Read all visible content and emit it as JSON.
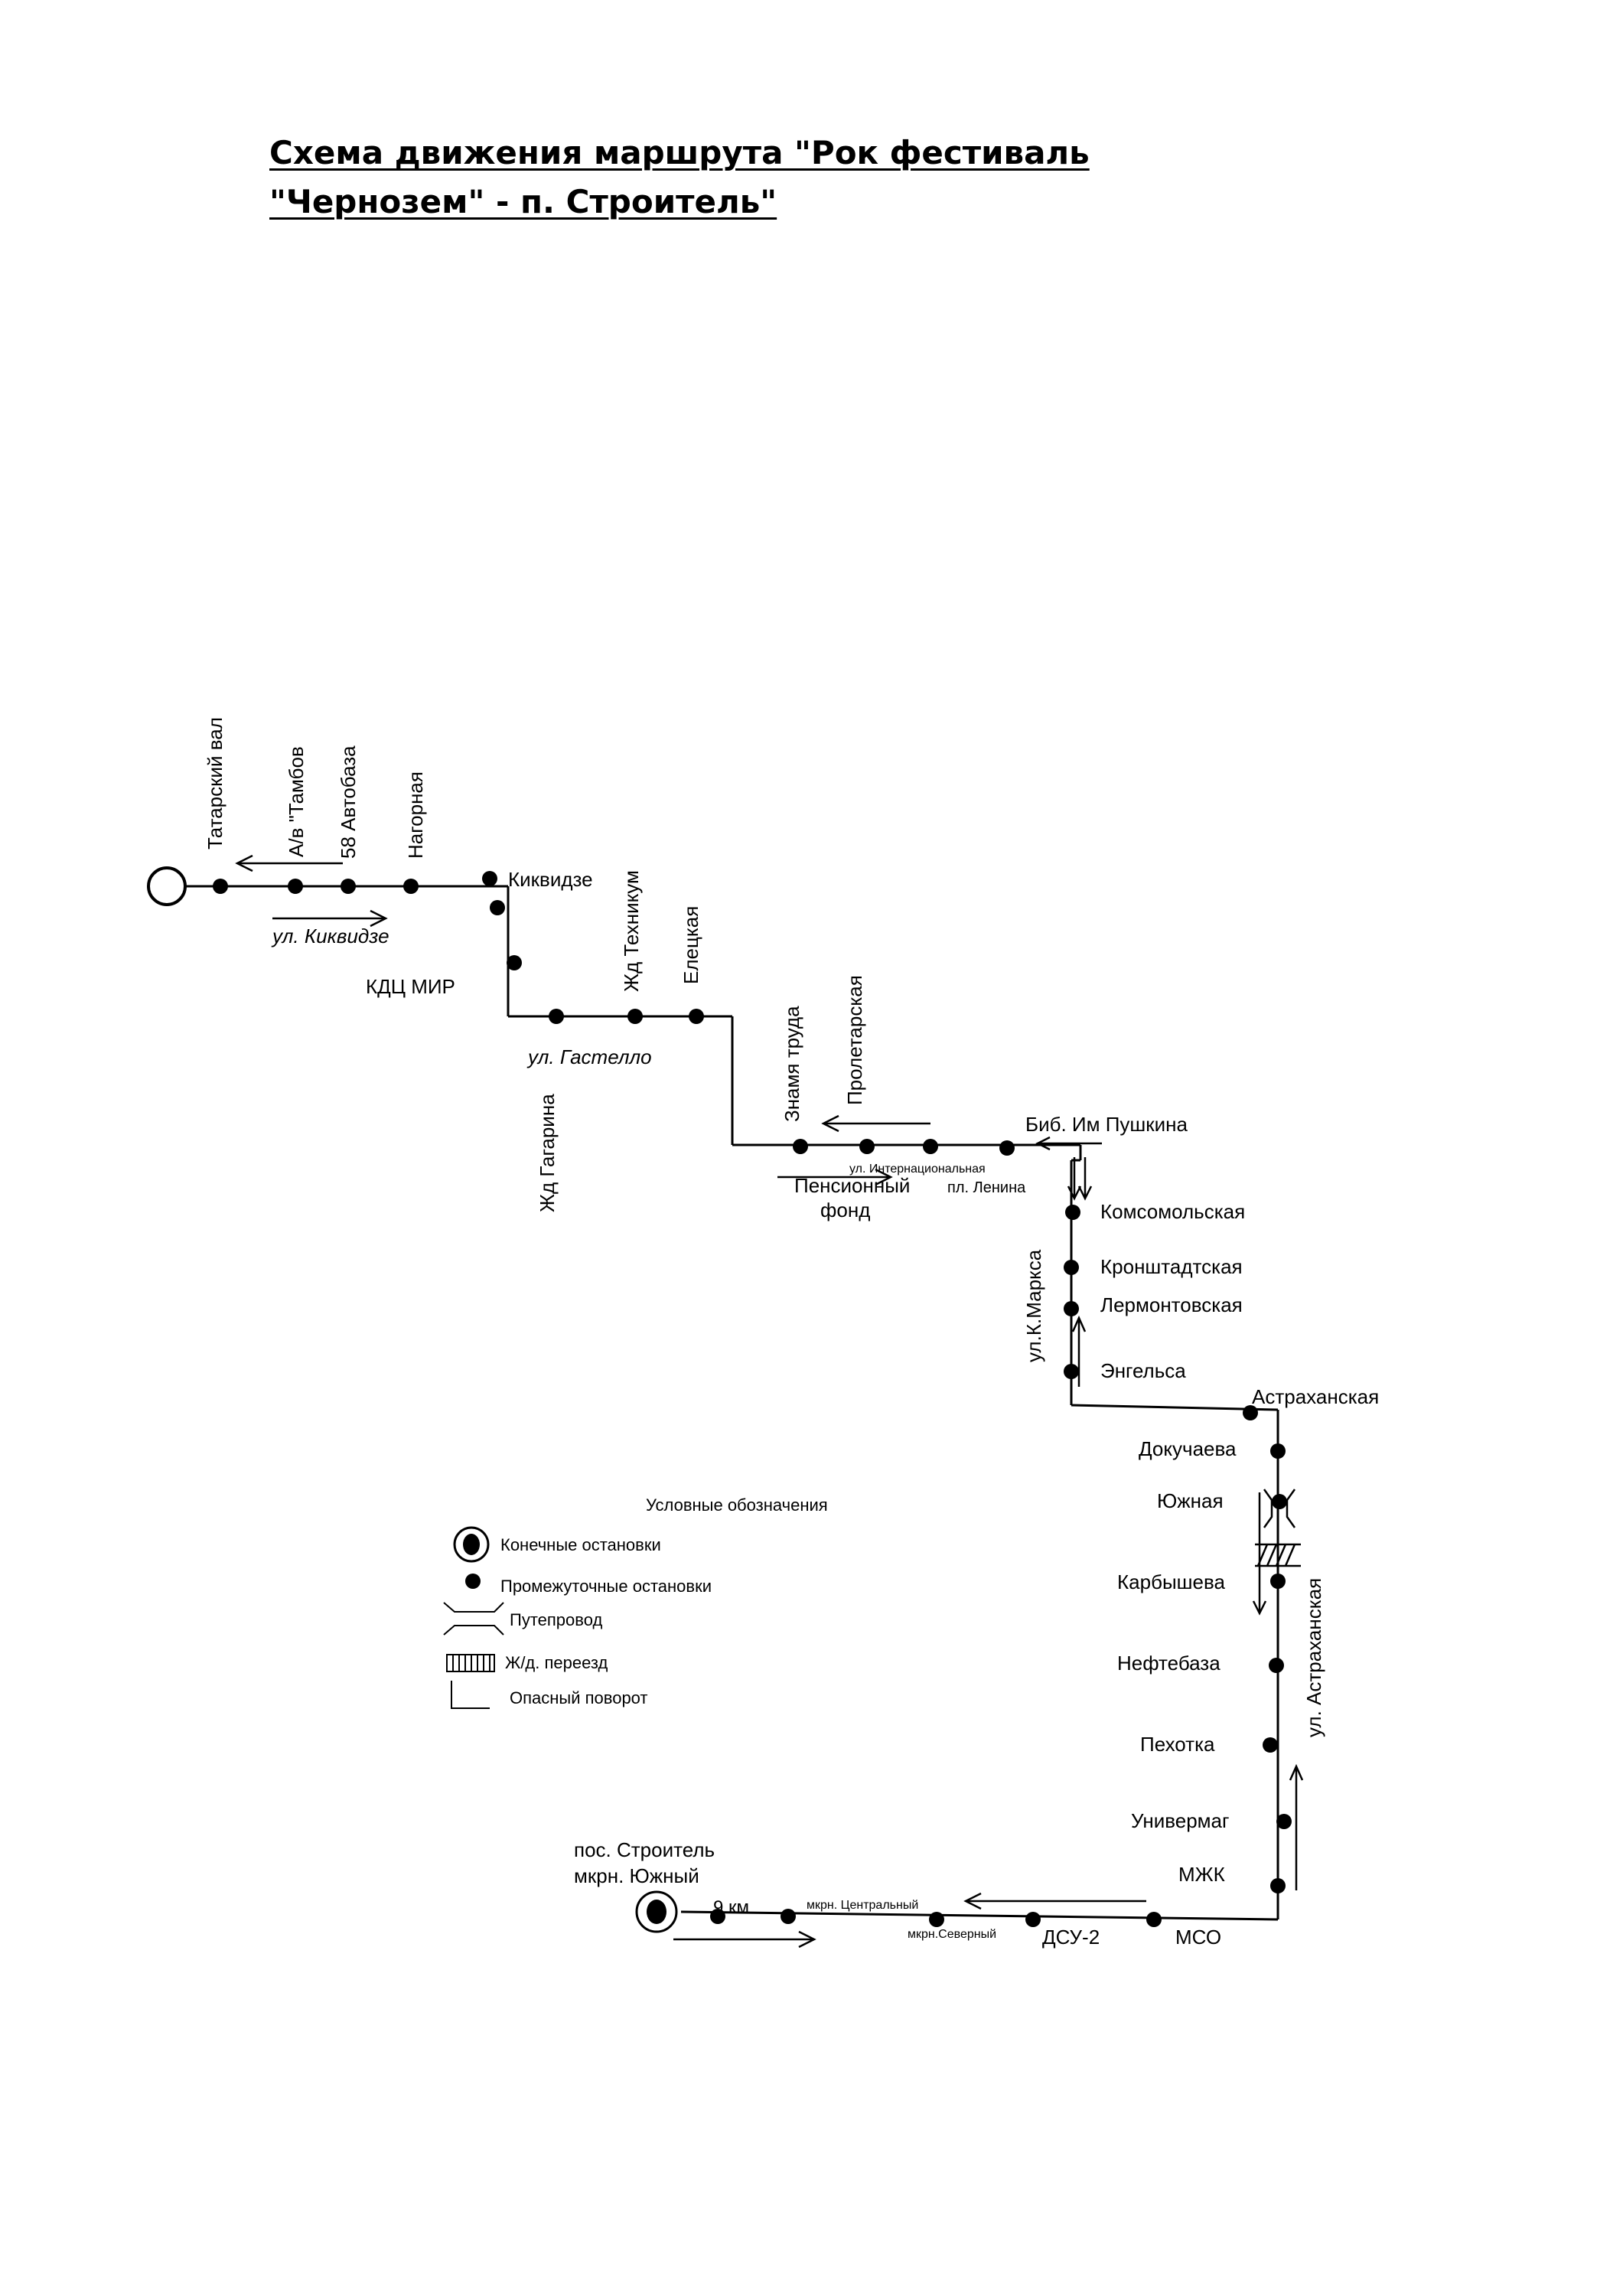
{
  "title": {
    "line1": "Схема движения маршрута \"Рок фестиваль",
    "line2": "\"Чернозем\" - п. Строитель\""
  },
  "streets": {
    "kikvidze": "ул. Киквидзе",
    "gastello": "ул. Гастелло",
    "internatsionalnaya": "ул. Интернациональная",
    "k_marksa": "ул.К.Маркса",
    "astrakhanskaya": "ул. Астраханская",
    "mkrn_tsentralny": "мкрн. Центральный",
    "mkrn_severny": "мкрн.Северный"
  },
  "stops": {
    "tatarsky_val": "Татарский вал",
    "av_tambov": "А/в \"Тамбов",
    "avtobaza_58": "58 Автобаза",
    "nagornaya": "Нагорная",
    "kikvidze": "Киквидзе",
    "kdts_mir": "КДЦ МИР",
    "zhd_gagarina": "Жд Гагарина",
    "zhd_tekhnikum": "Жд Техникум",
    "eletskaya": "Елецкая",
    "znamya_truda": "Знамя труда",
    "proletarskaya": "Пролетарская",
    "pensionny_fond_1": "Пенсионный",
    "pensionny_fond_2": "фонд",
    "pl_lenina": "пл. Ленина",
    "bib_pushkina": "Биб. Им Пушкина",
    "komsomolskaya": "Комсомольская",
    "kronshtadtskaya": "Кронштадтская",
    "lermontovskaya": "Лермонтовская",
    "engelsa": "Энгельса",
    "astrakhanskaya": "Астраханская",
    "dokuchaeva": "Докучаева",
    "yuzhnaya": "Южная",
    "karbysheva": "Карбышева",
    "neftebaza": "Нефтебаза",
    "pekhotka": "Пехотка",
    "univermag": "Универмаг",
    "mzhk": "МЖК",
    "mso": "МСО",
    "dsu2": "ДСУ-2",
    "km9": "9 км",
    "terminal_line1": "пос. Строитель",
    "terminal_line2": "мкрн. Южный"
  },
  "legend": {
    "title": "Условные обозначения",
    "terminal": "Конечные остановки",
    "intermediate": "Промежуточные остановки",
    "overpass": "Путепровод",
    "railway_crossing": "Ж/д. переезд",
    "dangerous_turn": "Опасный поворот"
  }
}
